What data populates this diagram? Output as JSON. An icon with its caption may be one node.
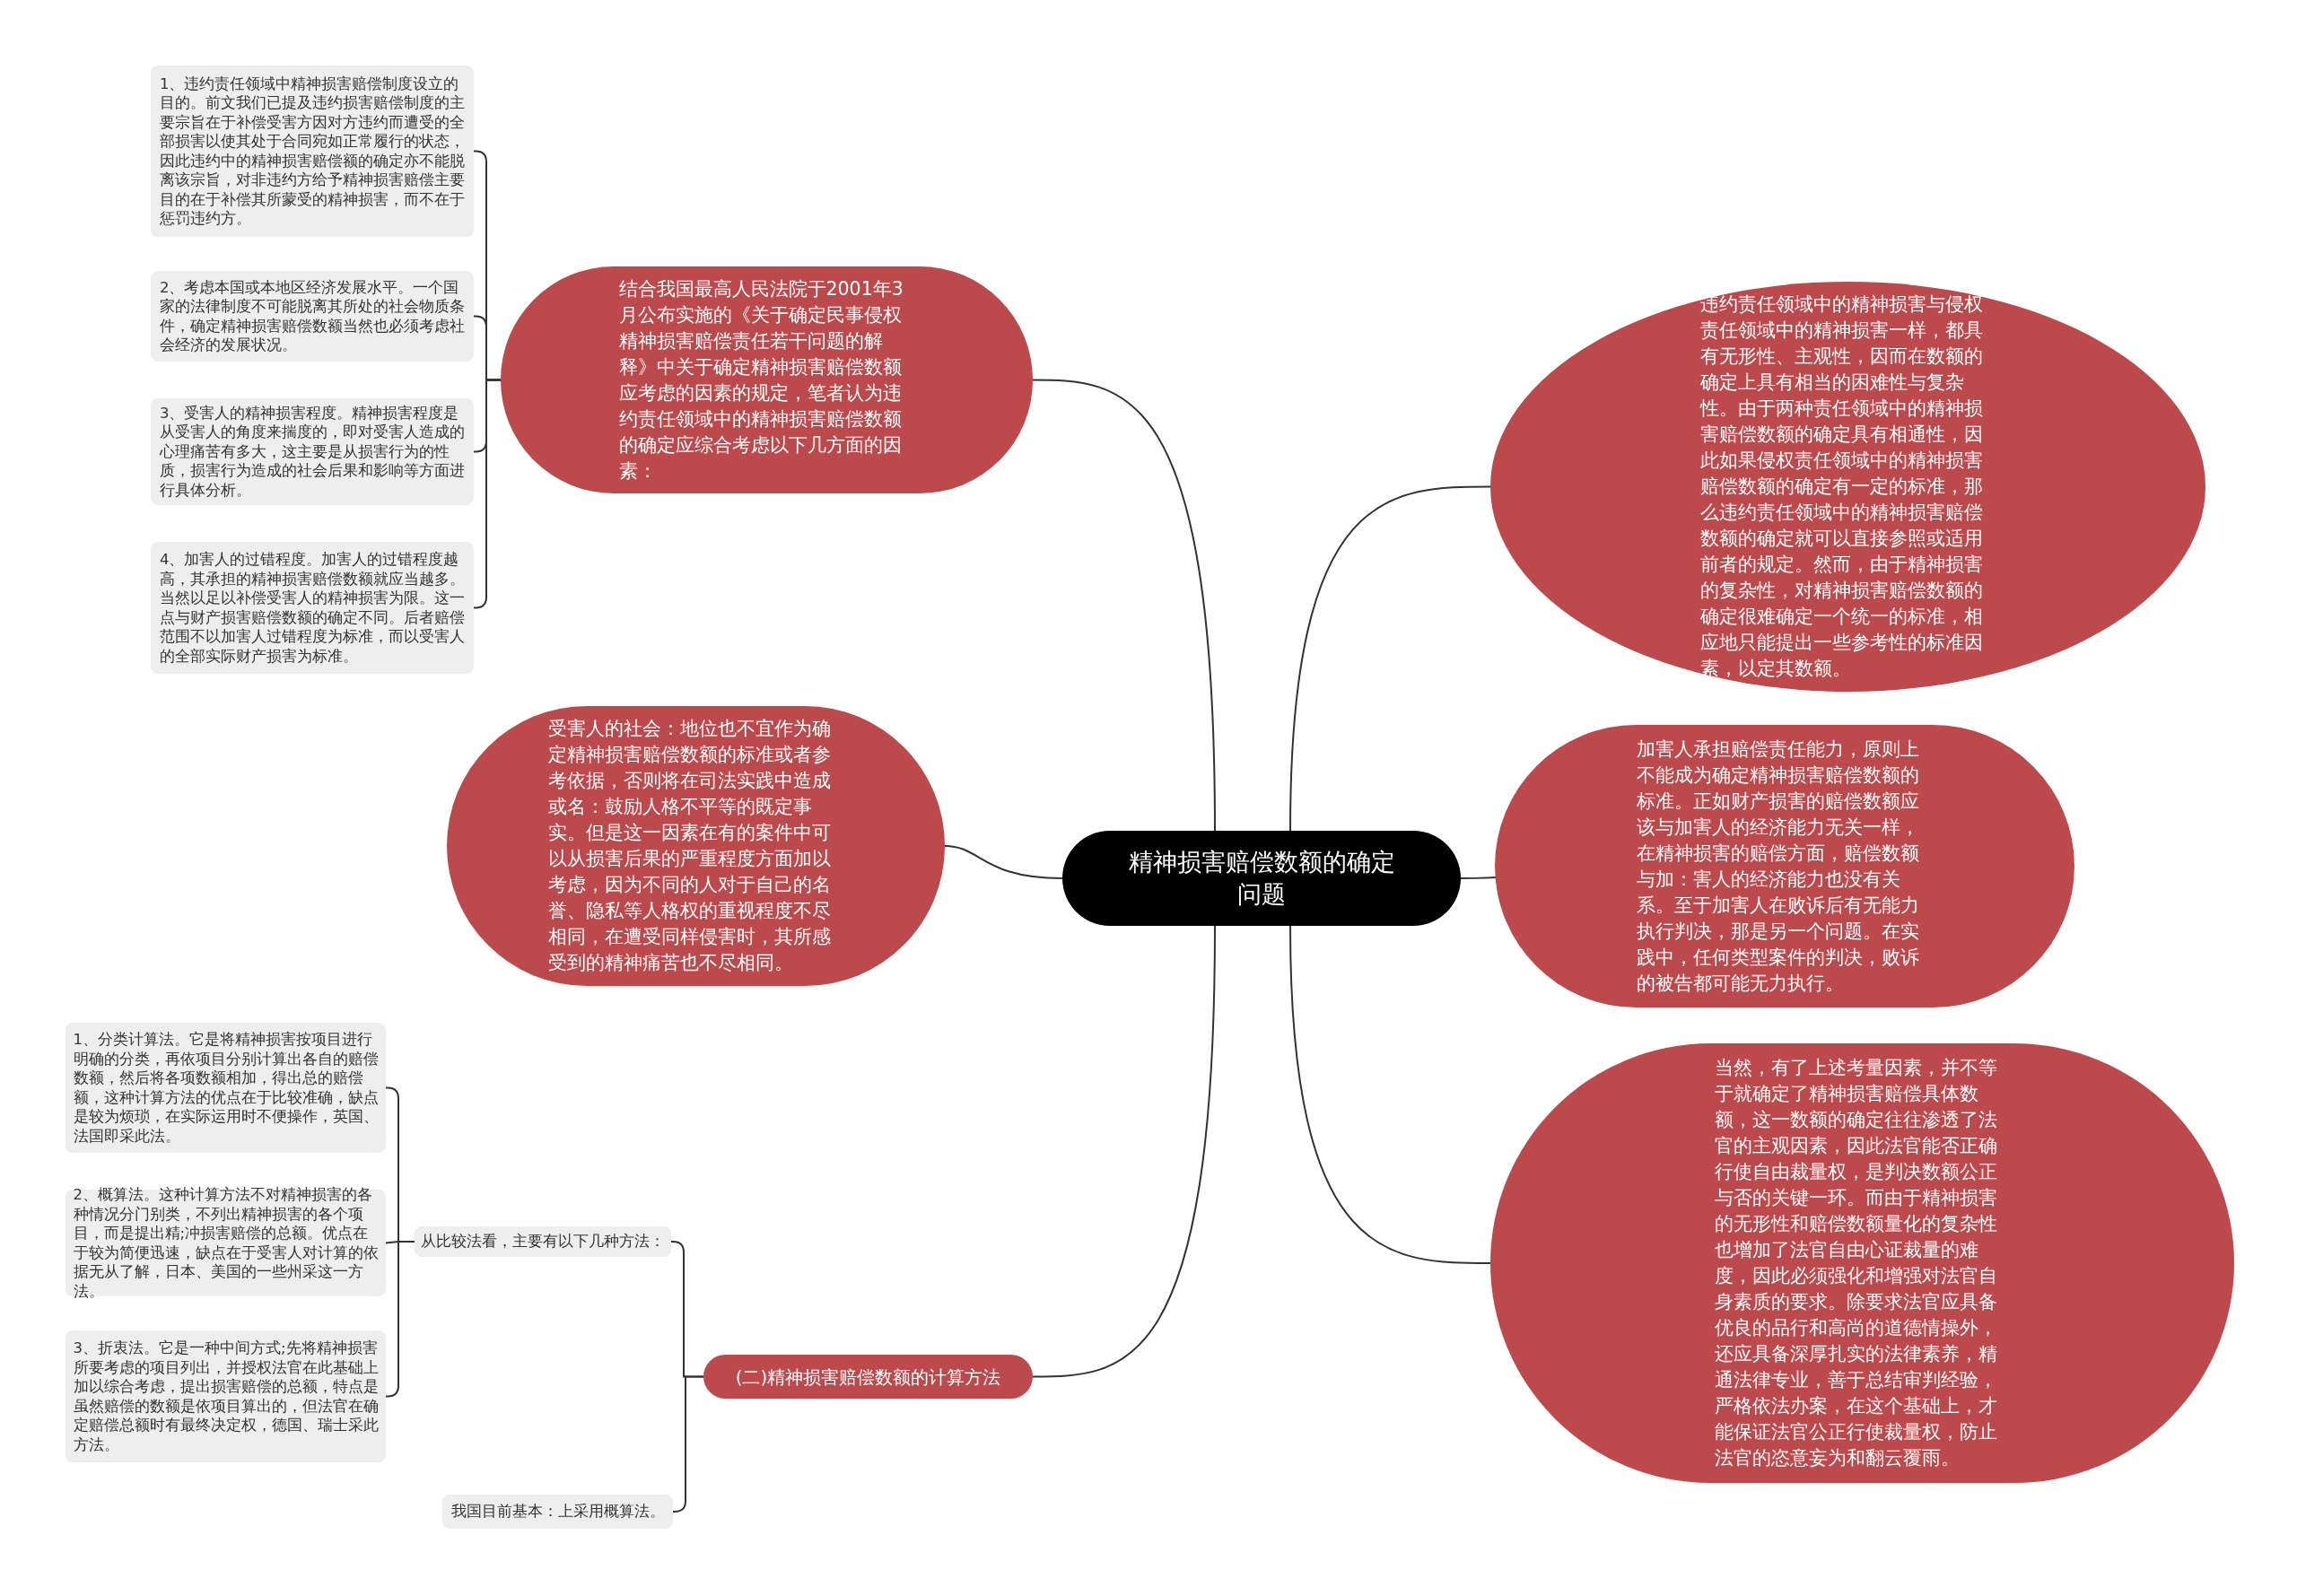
{
  "diagram": {
    "nodes": [
      {
        "text": [
          "精神损害赔偿数额的确定问题"
        ]
      },
      {
        "text": [
          "结合我国最高人民法院于2001年3月公布实施的《关于确定民事侵权精神损害赔偿责任若干问题的解释》中关于确定精神损害赔偿数额应考虑的因素的规定，笔者认为违约责任领域中的精神损害赔偿数额的确定应综合考虑以下几方面的因素："
        ]
      },
      {
        "text": [
          "1、违约责任领域中精神损害赔偿制度设立的目的。前文我们已提及违约损害赔偿制度的主要宗旨在于补偿受害方因对方违约而遭受的全部损害以使其处于合同宛如正常履行的状态，因此违约中的精神损害赔偿额的确定亦不能脱离该宗旨，对非违约方给予精神损害赔偿主要目的在于补偿其所蒙受的精神损害，而不在于惩罚违约方。"
        ]
      },
      {
        "text": [
          "2、考虑本国或本地区经济发展水平。一个国家的法律制度不可能脱离其所处的社会物质条件，确定精神损害赔偿数额当然也必须考虑社会经济的发展状况。"
        ]
      },
      {
        "text": [
          "3、受害人的精神损害程度。精神损害程度是从受害人的角度来揣度的，即对受害人造成的心理痛苦有多大，这主要是从损害行为的性质，损害行为造成的社会后果和影响等方面进行具体分析。"
        ]
      },
      {
        "text": [
          "4、加害人的过错程度。加害人的过错程度越高，其承担的精神损害赔偿数额就应当越多。当然以足以补偿受害人的精神损害为限。这一点与财产损害赔偿数额的确定不同。后者赔偿范围不以加害人过错程度为标准，而以受害人的全部实际财产损害为标准。"
        ]
      },
      {
        "text": [
          "受害人的社会：地位也不宜作为确定精神损害赔偿数额的标准或者参考依据，否则将在司法实践中造成或名：鼓励人格不平等的既定事实。但是这一因素在有的案件中可以从损害后果的严重程度方面加以考虑，因为不同的人对于自己的名誉、隐私等人格权的重视程度不尽相同，在遭受同样侵害时，其所感受到的精神痛苦也不尽相同。"
        ]
      },
      {
        "text": [
          "(二)精神损害赔偿数额的计算方法"
        ]
      },
      {
        "text": [
          "从比较法看，主要有以下几种方法："
        ]
      },
      {
        "text": [
          "1、分类计算法。它是将精神损害按项目进行明确的分类，再依项目分别计算出各自的赔偿数额，然后将各项数额相加，得出总的赔偿额，这种计算方法的优点在于比较准确，缺点是较为烦琐，在实际运用时不便操作，英国、法国即采此法。"
        ]
      },
      {
        "text": [
          "2、概算法。这种计算方法不对精神损害的各种情况分门别类，不列出精神损害的各个项目，而是提出精;冲损害赔偿的总额。优点在于较为简便迅速，缺点在于受害人对计算的依据无从了解，日本、美国的一些州采这一方法。"
        ]
      },
      {
        "text": [
          "3、折衷法。它是一种中间方式;先将精神损害所要考虑的项目列出，并授权法官在此基础上加以综合考虑，提出损害赔偿的总额，特点是虽然赔偿的数额是依项目算出的，但法官在确定赔偿总额时有最终决定权，德国、瑞士采此方法。"
        ]
      },
      {
        "text": [
          "我国目前基本：上采用概算法。"
        ]
      },
      {
        "text": [
          "违约责任领域中的精神损害与侵权责任领域中的精神损害一样，都具有无形性、主观性，因而在数额的确定上具有相当的困难性与复杂性。由于两种责任领域中的精神损害赔偿数额的确定具有相通性，因此如果侵权责任领域中的精神损害赔偿数额的确定有一定的标准，那么违约责任领域中的精神损害赔偿数额的确定就可以直接参照或适用前者的规定。然而，由于精神损害的复杂性，对精神损害赔偿数额的确定很难确定一个统一的标准，相应地只能提出一些参考性的标准因素，以定其数额。"
        ]
      },
      {
        "text": [
          "加害人承担赔偿责任能力，原则上不能成为确定精神损害赔偿数额的标准。正如财产损害的赔偿数额应该与加害人的经济能力无关一样，在精神损害的赔偿方面，赔偿数额与加：害人的经济能力也没有关系。至于加害人在败诉后有无能力执行判决，那是另一个问题。在实践中，任何类型案件的判决，败诉的被告都可能无力执行。"
        ]
      },
      {
        "text": [
          "当然，有了上述考量因素，并不等于就确定了精神损害赔偿具体数额，这一数额的确定往往渗透了法官的主观因素，因此法官能否正确行使自由裁量权，是判决数额公正与否的关键一环。而由于精神损害的无形性和赔偿数额量化的复杂性也增加了法官自由心证裁量的难度，因此必须强化和增强对法官自身素质的要求。除要求法官应具备优良的品行和高尚的道德情操外，还应具备深厚扎实的法律素养，精通法律专业，善于总结审判经验，严格依法办案，在这个基础上，才能保证法官公正行使裁量权，防止法官的恣意妄为和翻云覆雨。"
        ]
      }
    ],
    "edges": [
      {
        "from": 0,
        "to": 1,
        "arrow": "none"
      },
      {
        "from": 1,
        "to": 2,
        "arrow": "none"
      },
      {
        "from": 1,
        "to": 3,
        "arrow": "none"
      },
      {
        "from": 1,
        "to": 4,
        "arrow": "none"
      },
      {
        "from": 1,
        "to": 5,
        "arrow": "none"
      },
      {
        "from": 0,
        "to": 6,
        "arrow": "none"
      },
      {
        "from": 0,
        "to": 7,
        "arrow": "none"
      },
      {
        "from": 7,
        "to": 8,
        "arrow": "none"
      },
      {
        "from": 8,
        "to": 9,
        "arrow": "none"
      },
      {
        "from": 8,
        "to": 10,
        "arrow": "none"
      },
      {
        "from": 8,
        "to": 11,
        "arrow": "none"
      },
      {
        "from": 7,
        "to": 12,
        "arrow": "none"
      },
      {
        "from": 0,
        "to": 13,
        "arrow": "none"
      },
      {
        "from": 0,
        "to": 14,
        "arrow": "none"
      },
      {
        "from": 0,
        "to": 15,
        "arrow": "none"
      }
    ]
  }
}
